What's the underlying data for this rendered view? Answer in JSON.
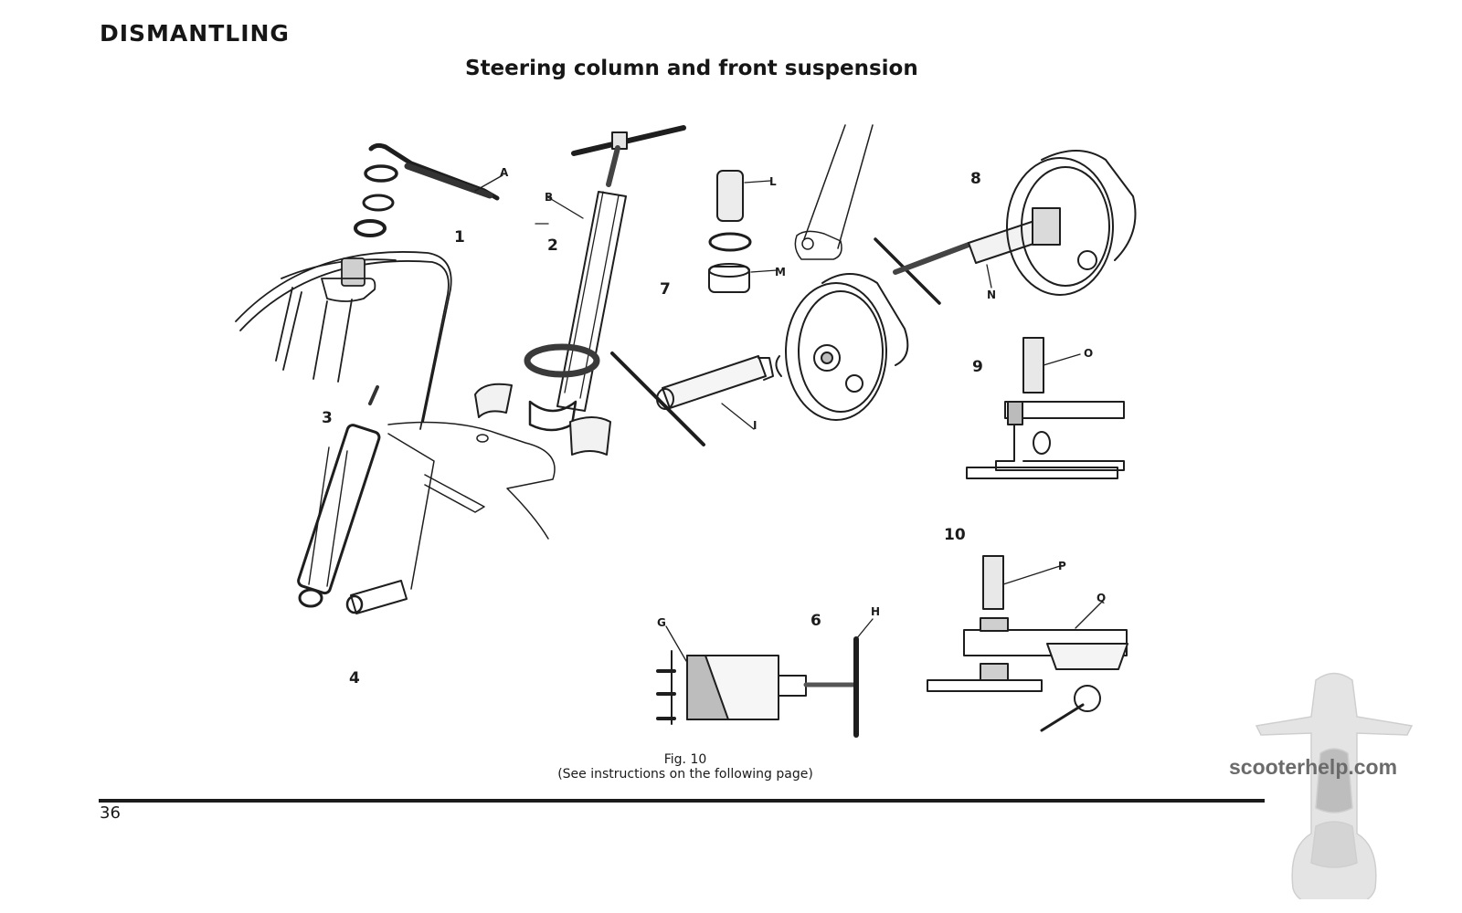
{
  "header": {
    "section_heading": "DISMANTLING",
    "page_title": "Steering column and front suspension"
  },
  "figure": {
    "sub_figure_numbers": [
      "1",
      "2",
      "3",
      "4",
      "6",
      "7",
      "8",
      "9",
      "10"
    ],
    "part_labels": [
      "A",
      "B",
      "G",
      "H",
      "I",
      "L",
      "M",
      "N",
      "O",
      "P",
      "Q"
    ],
    "caption_title": "Fig. 10",
    "caption_note": "(See instructions on the following page)"
  },
  "footer": {
    "page_number": "36"
  },
  "watermark": {
    "text": "scooterhelp.com",
    "icon": "scooter-silhouette-icon"
  }
}
